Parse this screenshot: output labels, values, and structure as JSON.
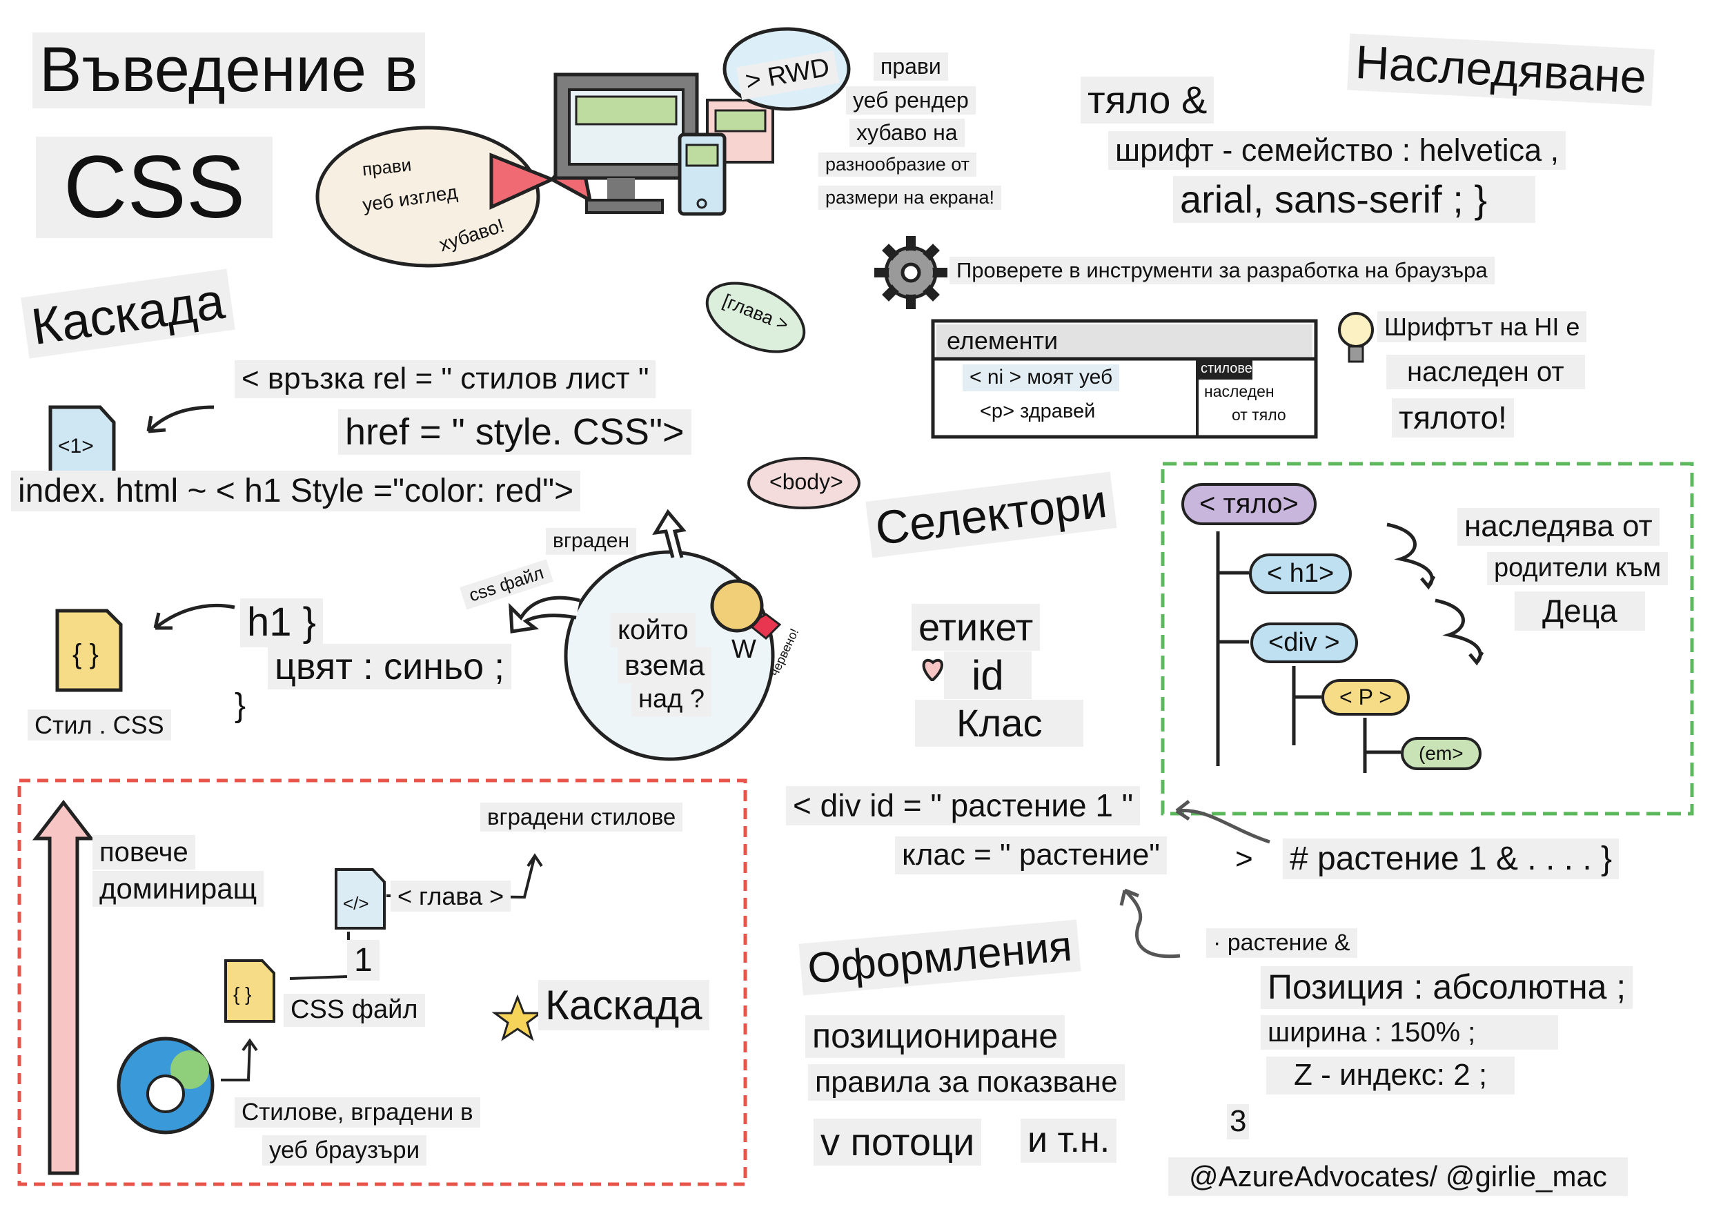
{
  "title": {
    "line1": "Въведение в",
    "line2": "CSS"
  },
  "rwd": {
    "cloud_lines": [
      "прави",
      "уеб изглед",
      "хубаво!"
    ],
    "badge": "> RWD",
    "description": [
      "прави",
      "уеб рендер",
      "хубаво на",
      "разнообразие от",
      "размери на екрана!"
    ]
  },
  "inheritance": {
    "heading": "Наследяване",
    "code": [
      "тяло &",
      "шрифт - семейство : helvetica ,",
      "arial, sans-serif ; }"
    ],
    "devtools_hint": "Проверете в инструменти за разработка на браузъра",
    "devtools": {
      "tab": "елементи",
      "line1": "< ni > моят уеб",
      "line2": "<p> здравей",
      "styles_tab": "стилове",
      "styles_line1": "наследен",
      "styles_line2": "от тяло"
    },
    "note": [
      "Шрифтът на HI е",
      "наследен от",
      "тялото!"
    ]
  },
  "cascade": {
    "heading": "Каскада",
    "link_line1": "< връзка rel = \" стилов лист \"",
    "link_line2": "href = \" style. CSS\">",
    "file_label": "<1>",
    "inline_line": "index. html ~ < h1 Style =\"color: red\">",
    "head_bubble": "[глава >",
    "body_bubble": "<body>",
    "inline_label": "вграден",
    "css_file_label": "css файл",
    "question": [
      "който",
      "взема",
      "над ?"
    ],
    "winner_letter": "W",
    "winner_note": "червено!",
    "css_file_name": "Стил . CSS",
    "css_rule": [
      "h1 }",
      "цвят : синьо ;",
      "}"
    ]
  },
  "priority": {
    "more_dominant": [
      "повече",
      "доминиращ"
    ],
    "inline_styles": "вградени стилове",
    "head": "< глава >",
    "number": "1",
    "css_file": "CSS файл",
    "cascade": "Каскада",
    "browser_styles": [
      "Стилове, вградени в",
      "уеб браузъри"
    ]
  },
  "selectors": {
    "heading": "Селектори",
    "items": [
      "етикет",
      "id",
      "Клас"
    ],
    "tree": [
      "< тяло>",
      "< h1>",
      "<div >",
      "< P >",
      "(em>"
    ],
    "tree_note": [
      "наследява от",
      "родители към",
      "Деца"
    ],
    "html_line1": "< div id = \" растение 1 \"",
    "html_line2": "клас = \" растение\"",
    "html_close": ">",
    "id_rule": "# растение 1 & . . . . }"
  },
  "layout_section": {
    "heading": "Оформления",
    "items": [
      "позициониране",
      "правила за показване",
      "v потоци",
      "и т.н."
    ],
    "class_rule": "· растение &",
    "props": [
      "Позиция : абсолютна ;",
      "ширина : 150% ;",
      "Z - индекс: 2 ;"
    ],
    "closing": "3"
  },
  "credit": "@AzureAdvocates/ @girlie_mac",
  "colors": {
    "red_dashed": "#e8544a",
    "green_dashed": "#5cb85c",
    "text_bg": "#efefef",
    "purple": "#c9b6dd",
    "blue": "#bfe0f0",
    "yellow": "#f6dc87",
    "green": "#c9e3b6"
  }
}
